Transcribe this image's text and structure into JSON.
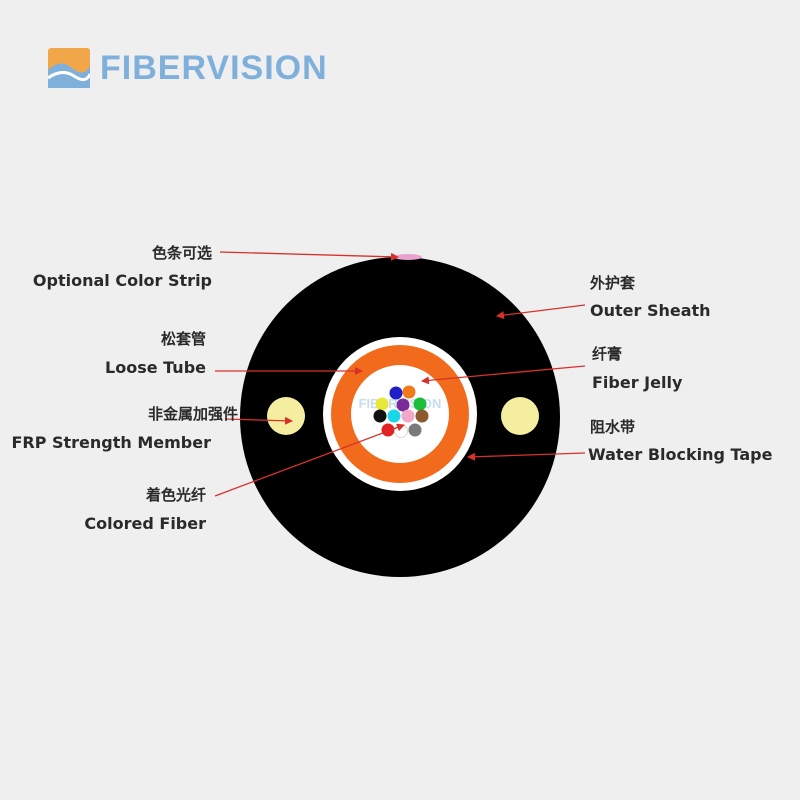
{
  "brand": {
    "name": "FIBERVISION",
    "color": "#7fb0dc",
    "accent": "#f2a64a"
  },
  "cable": {
    "sheath_color": "#000000",
    "tube_color": "#f26a1b",
    "strength_member_color": "#f5eea0",
    "strip_color": "#e8a3cf",
    "fibers": [
      "#1f1fc8",
      "#f07a18",
      "#1bbd3a",
      "#8a5a2e",
      "#7a7a7a",
      "#ffffff",
      "#e22222",
      "#111111",
      "#e8e83a",
      "#7a2a9a",
      "#f2a6c8",
      "#19d6e8"
    ]
  },
  "labels": {
    "color_strip": {
      "zh": "色条可选",
      "en": "Optional Color Strip"
    },
    "loose_tube": {
      "zh": "松套管",
      "en": "Loose Tube"
    },
    "frp": {
      "zh": "非金属加强件",
      "en": "FRP Strength Member"
    },
    "colored_fiber": {
      "zh": "着色光纤",
      "en": "Colored Fiber"
    },
    "outer_sheath": {
      "zh": "外护套",
      "en": "Outer Sheath"
    },
    "fiber_jelly": {
      "zh": "纤膏",
      "en": "Fiber Jelly"
    },
    "water_tape": {
      "zh": "阻水带",
      "en": "Water Blocking Tape"
    }
  }
}
